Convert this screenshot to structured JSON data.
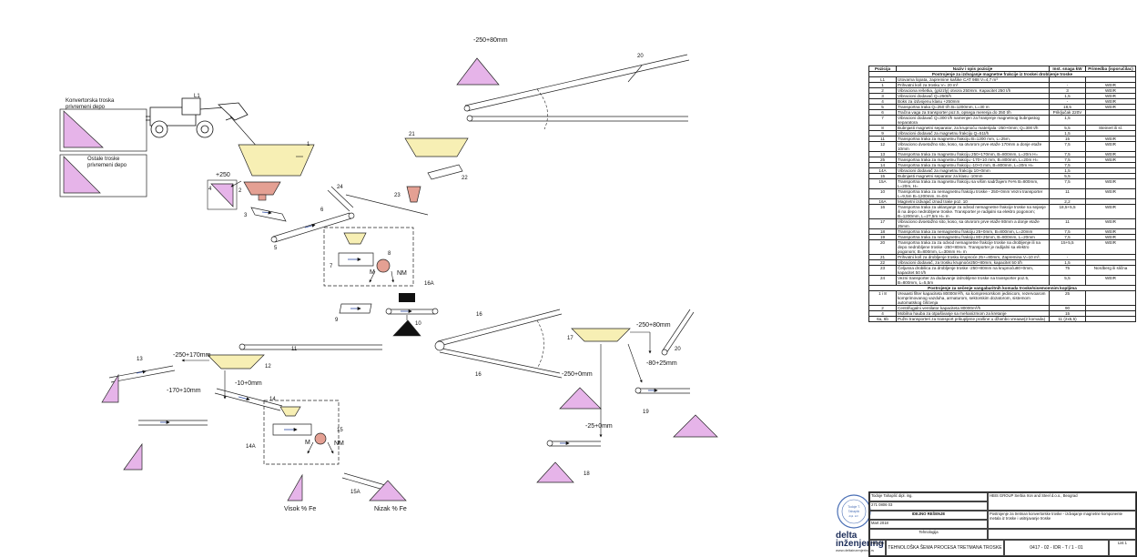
{
  "legend": {
    "stockpile_temp": "Konvertorska troska\nprivremeni depo",
    "stockpile_other": "Ostale troske\nprivremeni depo"
  },
  "labels": {
    "L1": "L1",
    "p1": "1",
    "p2": "2",
    "p3": "3",
    "p4": "4",
    "p5": "5",
    "p6": "6",
    "p7": "7",
    "p8": "8",
    "p9": "9",
    "p10": "10",
    "p11": "11",
    "p12": "12",
    "p13": "13",
    "p14": "14",
    "p14A": "14A",
    "p15": "15",
    "p15A": "15A",
    "p16": "16",
    "p16A": "16A",
    "p17": "17",
    "p18": "18",
    "p19": "19",
    "p20": "20",
    "p21": "21",
    "p22": "22",
    "p23": "23",
    "p24": "24",
    "size_250_80_top": "-250+80mm",
    "size_250": "+250",
    "size_250_170": "-250+170mm",
    "size_170_10": "-170+10mm",
    "size_10_0": "-10+0mm",
    "size_250_0": "-250+0mm",
    "size_250_80_right": "-250+80mm",
    "size_80_25": "-80+25mm",
    "size_25_0": "-25+0mm",
    "visok_fe": "Visok % Fe",
    "nizak_fe": "Nizak % Fe",
    "NM_a": "NM",
    "NM_b": "NM",
    "M_a": "M",
    "M_b": "M"
  },
  "parts_table": {
    "headers": [
      "Pozicija",
      "Naziv i opis pozicije",
      "Inst. snaga kW",
      "Primedba (isporučilac)"
    ],
    "sections": {
      "s1": "Postrojenje za izdvajanje magnetne frakcije    iz troskei drobljenje troske",
      "s2": "Postrojenje za sečenje vangabaritnih komada troske/sisemomnim kopljima"
    },
    "rows": [
      {
        "pos": "L1",
        "desc": "Utovarna lopata, zapremine kašike CAT 988 V=4,7 m³",
        "kw": "",
        "note": ""
      },
      {
        "pos": "1",
        "desc": "Prihvatni koš za trosku V= 20 m³",
        "kw": "-",
        "note": "WEIR"
      },
      {
        "pos": "2",
        "desc": "Vibraciona rešetka, (grizzly) otvora 250mm. Kapacitet 250 t/h",
        "kw": "3",
        "note": "WEIR"
      },
      {
        "pos": "3",
        "desc": "Vibracioni dodavač Q=250t/h",
        "kw": "1,5",
        "note": "WEIR"
      },
      {
        "pos": "4",
        "desc": "Boks za izdvojenu klasu +250mm",
        "kw": "-",
        "note": "WEIR"
      },
      {
        "pos": "5",
        "desc": "Transportna traka Q=250 t/h B=1200mm, L=30 m",
        "kw": "18,5",
        "note": "WEIR"
      },
      {
        "pos": "6",
        "desc": "Tračna vaga za transporter poz.5, opsega merenja do 350 t/h",
        "kw": "Priključak 220V",
        "note": ""
      },
      {
        "pos": "7",
        "desc": "Vibracioni dodavač Q=300 t/h namenjen za hranjenje magnetnog bubnjastog separatora",
        "kw": "1,5",
        "note": ""
      },
      {
        "pos": "8",
        "desc": "Bubnjasti magnetni separator, za krupnoću materijala -250+0mm; Q=300 t/h",
        "kw": "5,5",
        "note": "Steinert ili sl."
      },
      {
        "pos": "9",
        "desc": "Vibracioni dodavač za magnetnu frakciju Q=51t/h",
        "kw": "1,5",
        "note": ""
      },
      {
        "pos": "11",
        "desc": "Transportna traka za magnetnu frakciju B=1200 mm, L=25m,",
        "kw": "15",
        "note": "WEIR"
      },
      {
        "pos": "12",
        "desc": "Vibraciono dvoetažno sito, koso, sa otvorom prve etaže 170mm a donje etaže 10mm",
        "kw": "7,5",
        "note": "WEIR"
      },
      {
        "pos": "13",
        "desc": "Transportna traka za magnetnu frakciju 250+170mm, B=800mm, L=20m H=",
        "kw": "7,5",
        "note": "WEIR"
      },
      {
        "pos": "25",
        "desc": "Transportna traka za magnetnu frakciju  -170+10 mm, B=800mm, L=20m H=",
        "kw": "7,5",
        "note": "WEIR"
      },
      {
        "pos": "14",
        "desc": "Transportna traka za magnetnu frakciju -10+0 mm, B=800mm, L=20m H=",
        "kw": "7,5",
        "note": ""
      },
      {
        "pos": "14A",
        "desc": "Vibracioni dodavač za magnetnu frakciju 10+0mm",
        "kw": "1,5",
        "note": ""
      },
      {
        "pos": "15",
        "desc": "Bubnjasti magnetni separator za klasu -10mm",
        "kw": "5,5",
        "note": ""
      },
      {
        "pos": "15A",
        "desc": "Transportna traka za magnetnu frakciju sa  višim sadržajem Fe% B=800mm, L=20m, H=",
        "kw": "7,5",
        "note": "WEIR"
      },
      {
        "pos": "10",
        "desc": "Transportna traka za nemagnetnu frakciju troske - 250+0mm Vezni transporter L=9,5m B=1200mm, H=0m",
        "kw": "11",
        "note": "WEIR"
      },
      {
        "pos": "16A",
        "desc": "Magnetni izdvajač iznad trake poz. 10",
        "kw": "2,2",
        "note": ""
      },
      {
        "pos": "16",
        "desc": "Transportna traka za uklanjanje za odvod nemagnetne frakcije troske na sejanje ili na depo nedrobljene troske. Transporter je radijalni sa elektro pogonom; B=1200mm, L=27,5m H=   m",
        "kw": "18,5+5,5",
        "note": "WEIR"
      },
      {
        "pos": "17",
        "desc": "Vibraciono dvoetažno sito, koso, sa otvorom prve etaže 80mm a donje etaže 25mm",
        "kw": "11",
        "note": "WEIR"
      },
      {
        "pos": "18",
        "desc": "Transportna traka za nemagnetnu frakciju 25+0mm, B=800mm, L=20mm",
        "kw": "7,5",
        "note": "WEIR"
      },
      {
        "pos": "19",
        "desc": "Transportna traka za nemagnetnu frakciju 80+25mm, B=800mm, L=20mm",
        "kw": "7,5",
        "note": "WEIR"
      },
      {
        "pos": "20",
        "desc": "Transportna traka za za odvod nemagnetne frakcije troske na drobljenje ili na depo nedrobljene troske  -250+80mm. Transporter je radijalni sa elektro pogonom; B=800mm, L=30mm H=   m",
        "kw": "15+5,5",
        "note": "WEIR"
      },
      {
        "pos": "21",
        "desc": "Prihvatni koš za drobljenje trosku krupnoće 25+=80mm, Zapremina V=10 m³,",
        "kw": "-",
        "note": ""
      },
      {
        "pos": "22",
        "desc": "Vibracioni dodavač, za trosku krupnoće250+80mm, kapacitet 50 t/h",
        "kw": "1,5",
        "note": ""
      },
      {
        "pos": "23",
        "desc": "Čeljusna drobilica za drobljenje troske  -250+80mm na krupnoću80+0mm, kapacitet 50 t/h",
        "kw": "75",
        "note": "Nordberg ili slična"
      },
      {
        "pos": "24",
        "desc": "Vezni transporter za dodavanje izdrobljene troske na transporter poz.5, B=800mm, L=5,5m",
        "kw": "5,5",
        "note": "WEIR"
      }
    ],
    "rows2": [
      {
        "pos": "1 i 8",
        "desc": "Vreaasti filter kapaciteta 80000m³/h, sa kompresorskom jedinicom, rezervoarom komprimovanog vazduha, armaturom, sektorskim dozatorom, sistemom automatskog čišćenja",
        "kw": "25",
        "note": ""
      },
      {
        "pos": "2",
        "desc": "Centrifugalni ventilator kapaciteta 80000m³/h",
        "kw": "90",
        "note": ""
      },
      {
        "pos": "4",
        "desc": "Mobilna hauba za otpašivanje sa mehanizmom za kretanje",
        "kw": "15",
        "note": ""
      },
      {
        "pos": "6a, 6b",
        "desc": "Pužni transporteri za transport prikupljene prašine u džambo vreaaw(2 komada)",
        "kw": "11 (2x5,5)",
        "note": ""
      }
    ]
  },
  "title_block": {
    "client": "HBIS GROUP Serbia Iron and Steel d.o.o., Beograd",
    "project_title": "Postrojenje za tretman konvertorske troske - izdvajanje magnetne komponente metala iz troske i usitnjavanje troske",
    "designer": "Todoje Tahaplić dipl. ing.",
    "number": "271 0806 03",
    "phase": "IDEJNO REŠENJE",
    "date": "Mart 2018",
    "technology": "Tehnologija",
    "drawing_title": "TEHNOLOŠKA ŠEMA PROCESA TRETMANA TROSKE",
    "drawing_number": "0417 - 02 - IDR - T / 1 - 01",
    "sheet": "1",
    "scale_label": "Razmera",
    "sheet_label": "List",
    "logo_main": "delta\ninženjering",
    "logo_sub": "www.deltainzenjering.rs",
    "stamp_text": "Todoje T. Tahaplić\ndipl. inž.\nNAČIČKOMOĆ\n0801 1004 10"
  }
}
